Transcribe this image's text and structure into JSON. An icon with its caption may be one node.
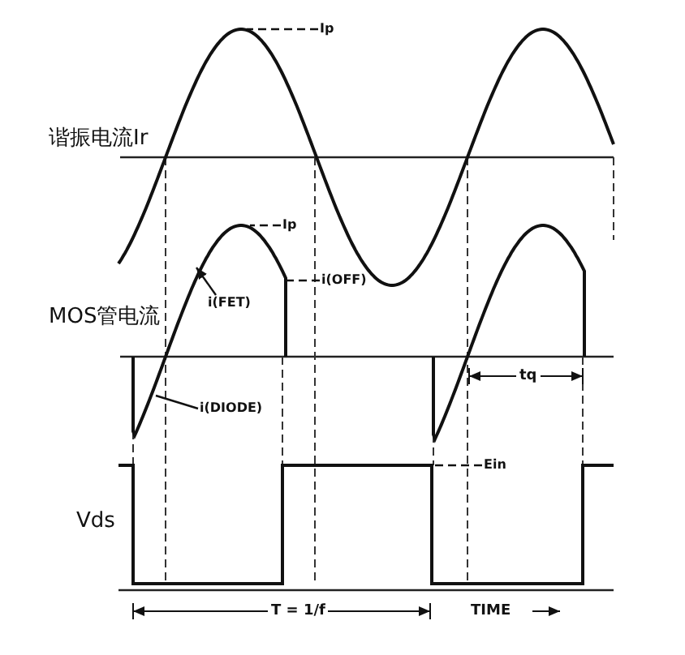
{
  "diagram": {
    "nodes": [
      {
        "text": [
          "Ip"
        ]
      },
      {
        "text": [
          "Ip"
        ]
      },
      {
        "text": [
          "i(FET)"
        ]
      },
      {
        "text": [
          "i(OFF)"
        ]
      },
      {
        "text": [
          "i(DIODE)"
        ]
      },
      {
        "text": [
          "Ein"
        ]
      }
    ],
    "edges": [
      {
        "from": 0,
        "to": null,
        "arrow": "none",
        "style": "dashed"
      },
      {
        "from": 1,
        "to": null,
        "arrow": "none",
        "style": "dashed"
      },
      {
        "from": 2,
        "to": null,
        "arrow": "to"
      },
      {
        "from": 3,
        "to": null,
        "arrow": "none",
        "style": "dashed"
      },
      {
        "from": 4,
        "to": null,
        "arrow": "none"
      },
      {
        "from": 5,
        "to": null,
        "arrow": "none",
        "style": "dashed"
      }
    ],
    "labels": [
      "谐振电流Ir",
      "MOS管电流",
      "tq",
      "Vds",
      "T = 1/f",
      "TIME"
    ]
  }
}
